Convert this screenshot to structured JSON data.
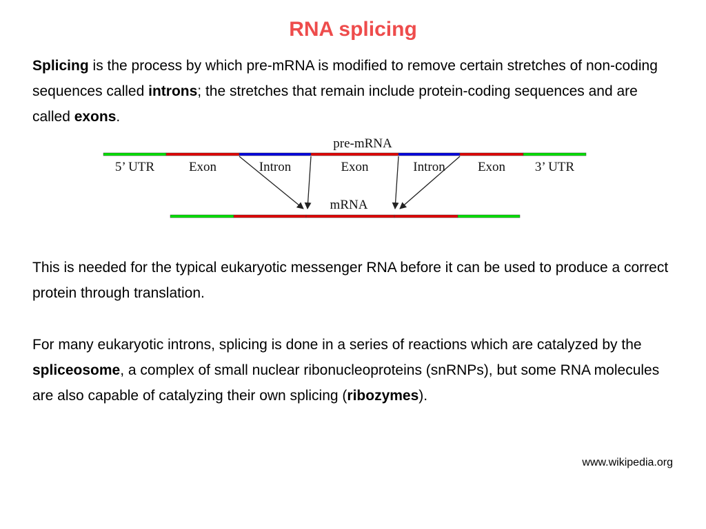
{
  "title": "RNA splicing",
  "intro": {
    "term": "Splicing",
    "text1": " is the process by which pre-mRNA is modified to remove certain stretches of non-coding sequences called ",
    "introns": "introns",
    "text2": "; the stretches that remain include protein-coding sequences and are called ",
    "exons": "exons",
    "text3": "."
  },
  "diagram": {
    "pre_label": "pre-mRNA",
    "mrna_label": "mRNA",
    "pre_segments": [
      {
        "label": "5’ UTR",
        "type": "utr"
      },
      {
        "label": "Exon",
        "type": "exon"
      },
      {
        "label": "Intron",
        "type": "intron"
      },
      {
        "label": "Exon",
        "type": "exon"
      },
      {
        "label": "Intron",
        "type": "intron"
      },
      {
        "label": "Exon",
        "type": "exon"
      },
      {
        "label": "3’ UTR",
        "type": "utr"
      }
    ],
    "mrna_segments": [
      {
        "type": "utr"
      },
      {
        "type": "exon"
      },
      {
        "type": "exon"
      },
      {
        "type": "exon"
      },
      {
        "type": "utr"
      }
    ],
    "colors": {
      "utr": "#00e000",
      "exon": "#e00000",
      "intron": "#0000dd"
    }
  },
  "para2": "This is needed for the typical eukaryotic messenger RNA before it can be used to produce a correct protein through translation.",
  "para3": {
    "text1": "For many eukaryotic introns, splicing is done in a series of reactions which are catalyzed by the ",
    "spliceosome": "spliceosome",
    "text2": ", a complex of small nuclear ribonucleoproteins (snRNPs), but some RNA molecules are also capable of catalyzing their own splicing (",
    "ribozymes": "ribozymes",
    "text3": ")."
  },
  "source": "www.wikipedia.org"
}
